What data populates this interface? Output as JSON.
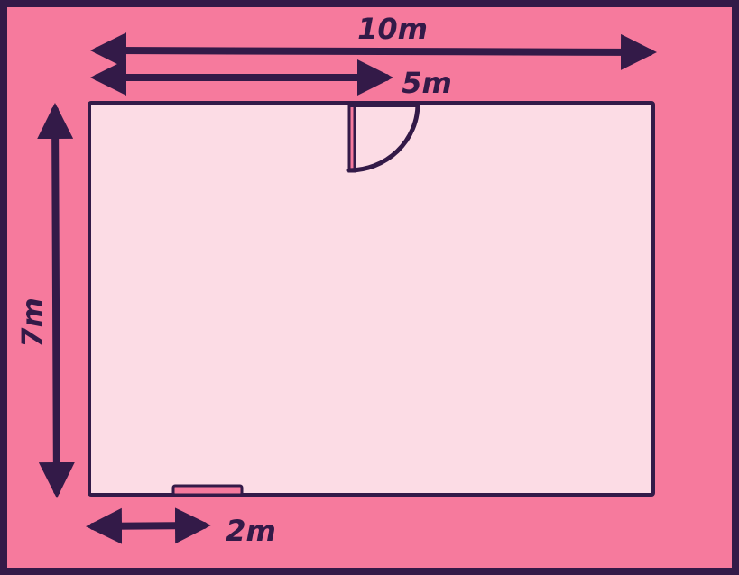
{
  "colors": {
    "background": "#f67a9d",
    "room_fill": "#fcdce5",
    "ink": "#331a48",
    "window_fill": "#f67a9d"
  },
  "dimensions": {
    "total_width": "10m",
    "door_offset": "5m",
    "height": "7m",
    "window_offset": "2m"
  },
  "icons": {
    "door": "door-swing-icon",
    "window": "window-icon"
  }
}
